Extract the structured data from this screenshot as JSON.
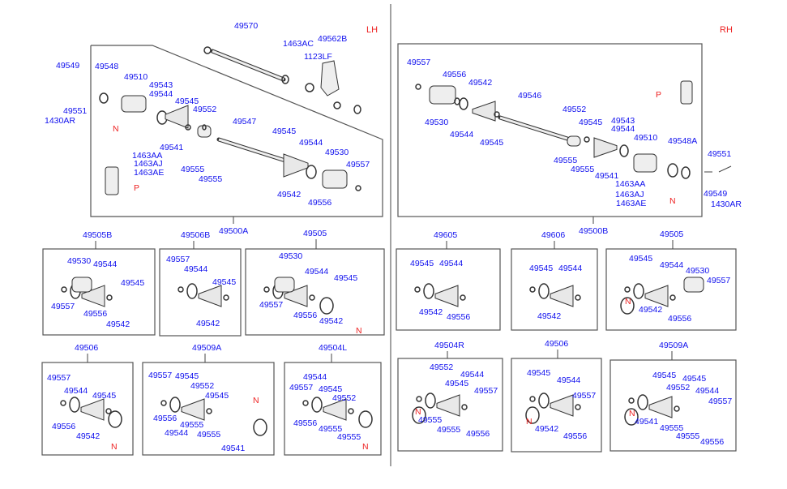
{
  "header": {
    "left_side": "LH",
    "right_side": "RH"
  },
  "lh_main": {
    "assembly": "49500A",
    "labels": [
      "49570",
      "1463AC",
      "49562B",
      "1123LF",
      "49549",
      "49548",
      "49510",
      "49543",
      "49544",
      "49551",
      "1430AR",
      "49545",
      "49552",
      "N",
      "49547",
      "49541",
      "1463AA",
      "1463AJ",
      "1463AE",
      "49545",
      "49544",
      "49530",
      "49557",
      "49555",
      "49555",
      "P",
      "49542",
      "49556"
    ]
  },
  "rh_main": {
    "assembly": "49500B",
    "labels": [
      "49557",
      "49556",
      "49542",
      "49546",
      "49530",
      "49544",
      "49545",
      "49552",
      "49545",
      "49543",
      "49544",
      "49510",
      "49548A",
      "P",
      "49555",
      "49555",
      "49541",
      "1463AA",
      "1463AJ",
      "1463AE",
      "N",
      "49551",
      "49549",
      "1430AR"
    ]
  },
  "kits": [
    {
      "title": "49505B",
      "labels": [
        "49530",
        "49544",
        "49545",
        "49557",
        "49556",
        "49542"
      ]
    },
    {
      "title": "49506B",
      "labels": [
        "49557",
        "49544",
        "49545",
        "49542"
      ]
    },
    {
      "title": "49505",
      "labels": [
        "49530",
        "49544",
        "49545",
        "49557",
        "49556",
        "49542",
        "N"
      ]
    },
    {
      "title": "49506",
      "labels": [
        "49557",
        "49544",
        "49545",
        "49556",
        "49542",
        "N"
      ]
    },
    {
      "title": "49509A",
      "labels": [
        "49557",
        "49545",
        "49552",
        "49545",
        "N",
        "49556",
        "49555",
        "49544",
        "49555",
        "49541"
      ]
    },
    {
      "title": "49504L",
      "labels": [
        "49544",
        "49557",
        "49545",
        "49552",
        "49556",
        "49555",
        "49555",
        "N"
      ]
    },
    {
      "title": "49605",
      "labels": [
        "49545",
        "49544",
        "49542",
        "49556"
      ]
    },
    {
      "title": "49606",
      "labels": [
        "49545",
        "49544",
        "49542"
      ]
    },
    {
      "title": "49505",
      "labels": [
        "49545",
        "49544",
        "49530",
        "49557",
        "N",
        "49542",
        "49556"
      ]
    },
    {
      "title": "49504R",
      "labels": [
        "49552",
        "49544",
        "49545",
        "49557",
        "N",
        "49555",
        "49555",
        "49556"
      ]
    },
    {
      "title": "49506",
      "labels": [
        "49545",
        "49544",
        "49557",
        "N",
        "49542",
        "49556"
      ]
    },
    {
      "title": "49509A",
      "labels": [
        "49545",
        "49545",
        "49552",
        "49544",
        "49557",
        "N",
        "49541",
        "49555",
        "49555",
        "49556"
      ]
    }
  ],
  "colors": {
    "label": "#1010ee",
    "marker": "#ee2222",
    "line": "#444444",
    "part": "#9a9a9a"
  }
}
